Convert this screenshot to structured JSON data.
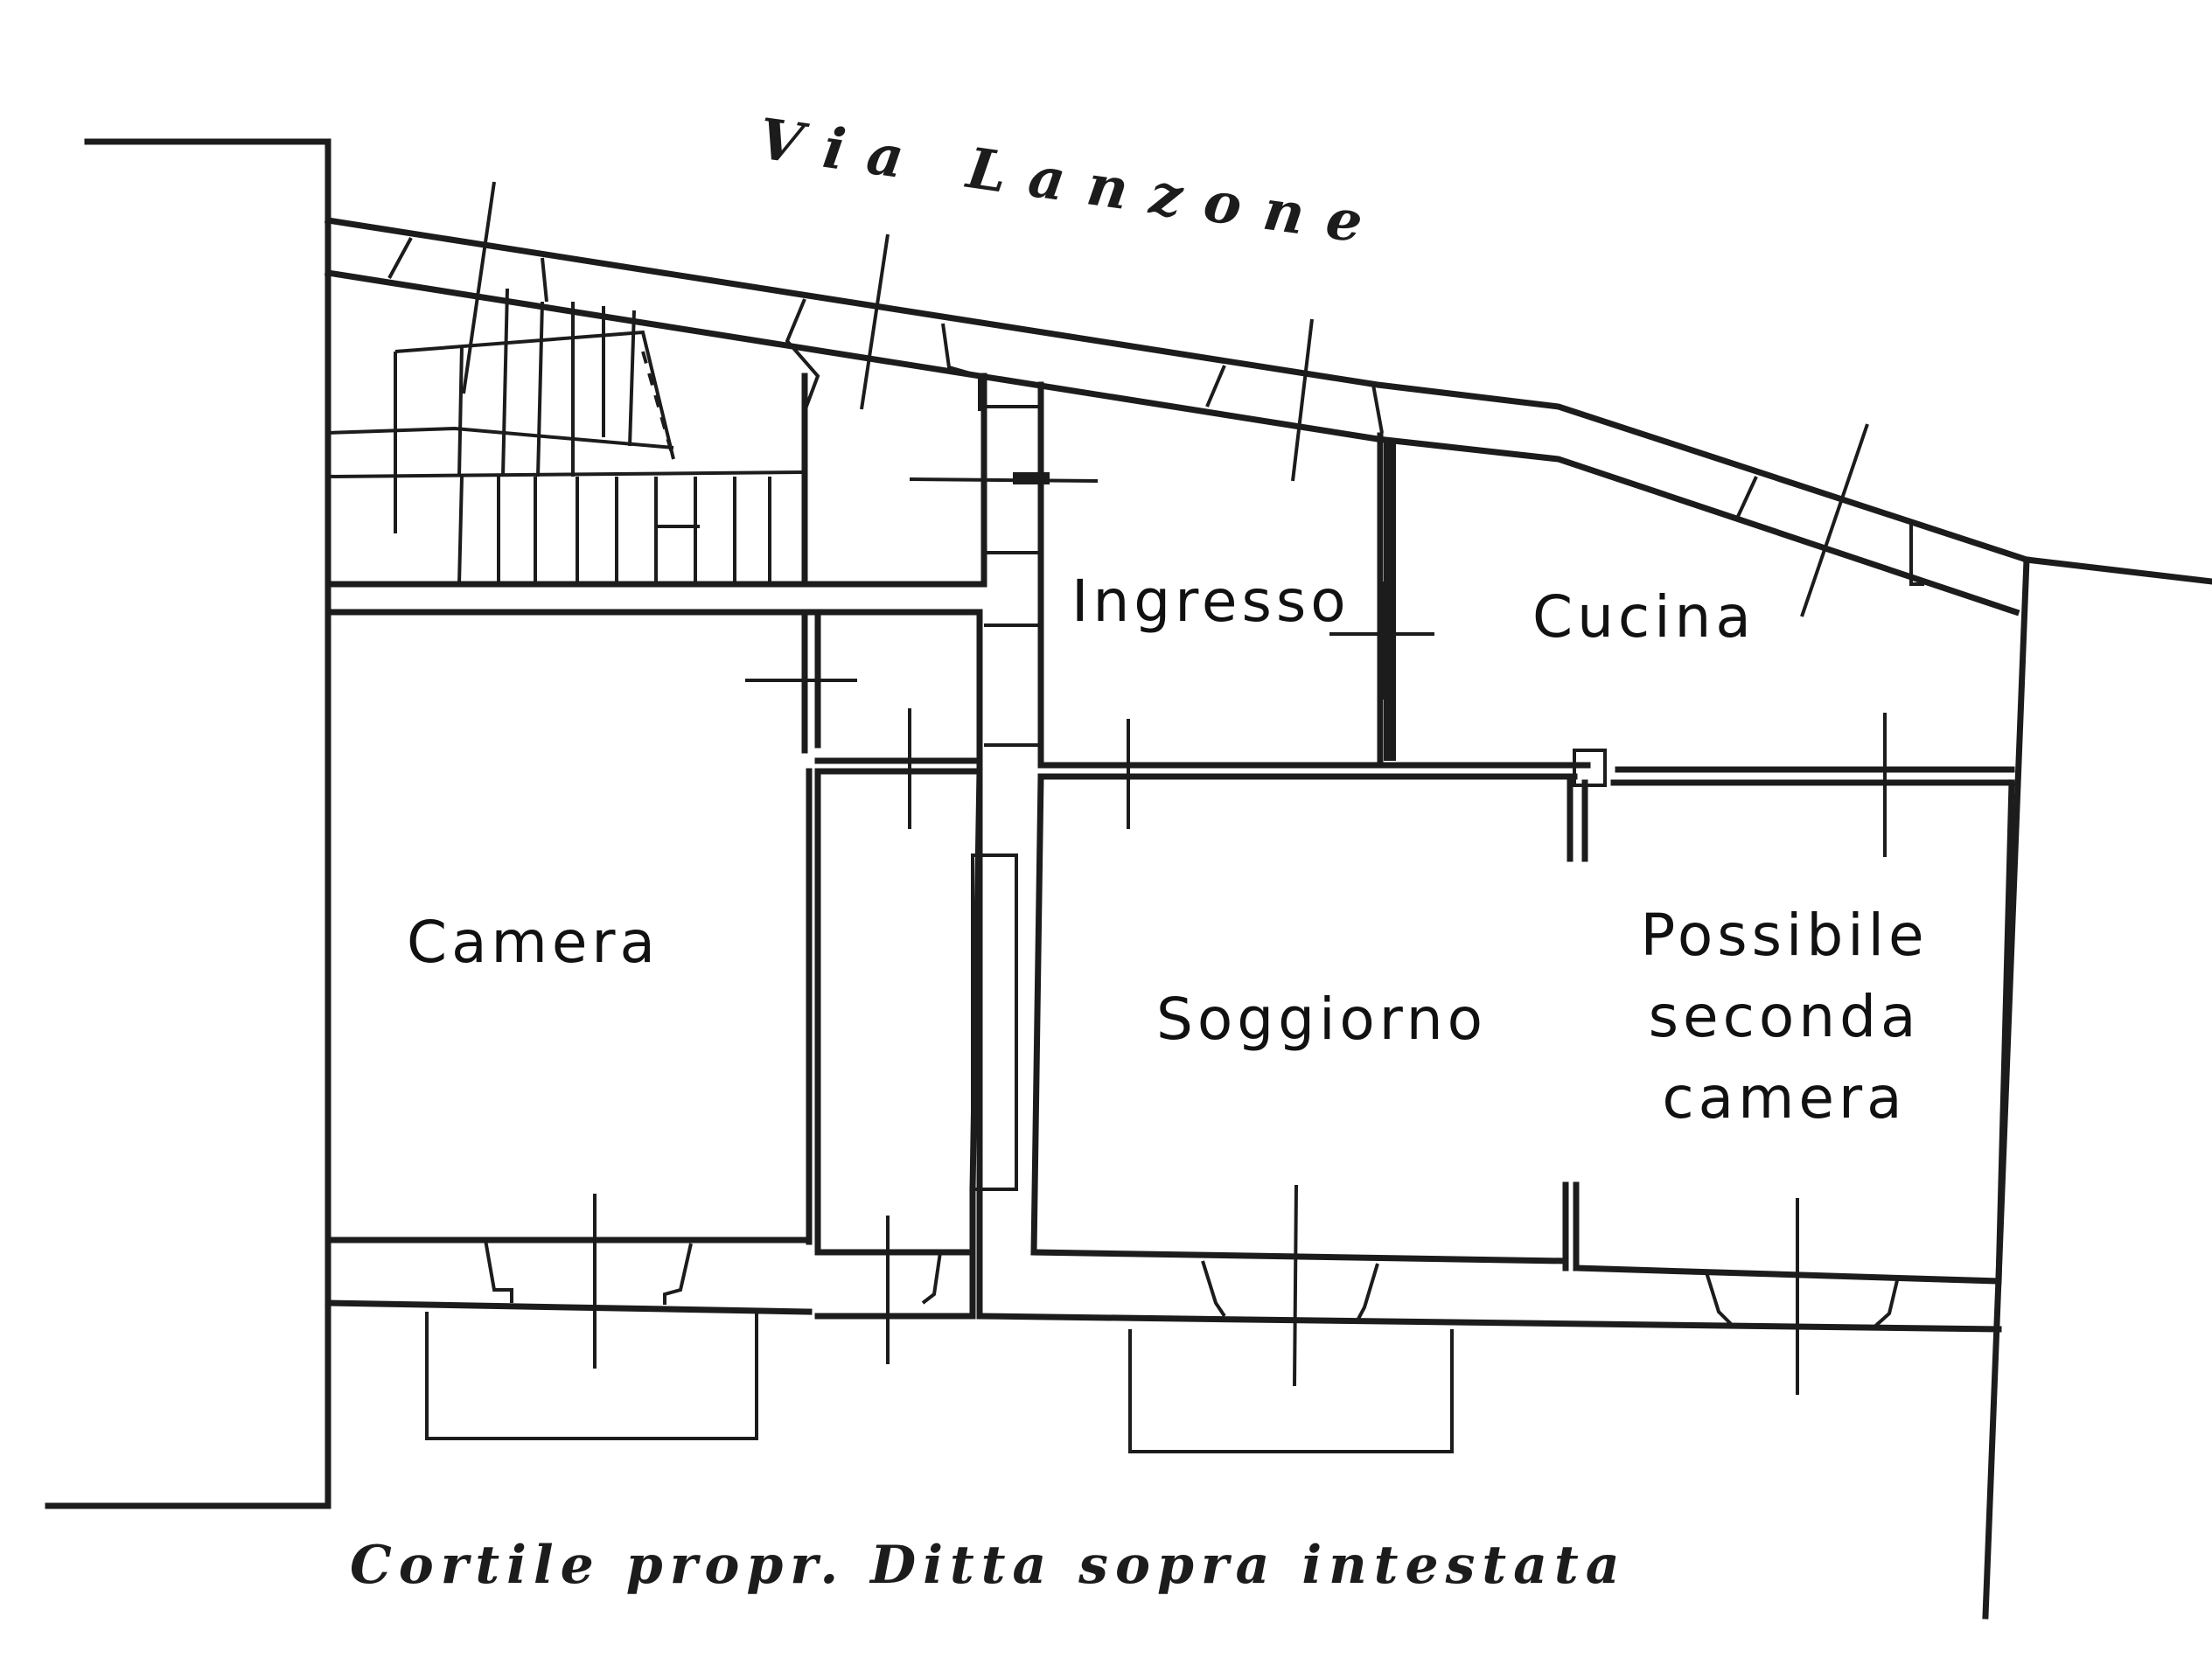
{
  "street_label": "Via Lanzone",
  "courtyard_label": "Cortile propr. Ditta sopra intestata",
  "rooms": {
    "ingresso": "Ingresso",
    "cucina": "Cucina",
    "camera": "Camera",
    "soggiorno": "Soggiorno",
    "possibile_line1": "Possibile",
    "possibile_line2": "seconda",
    "possibile_line3": "camera"
  },
  "colors": {
    "ink": "#1c1c1c",
    "paper": "#ffffff"
  }
}
